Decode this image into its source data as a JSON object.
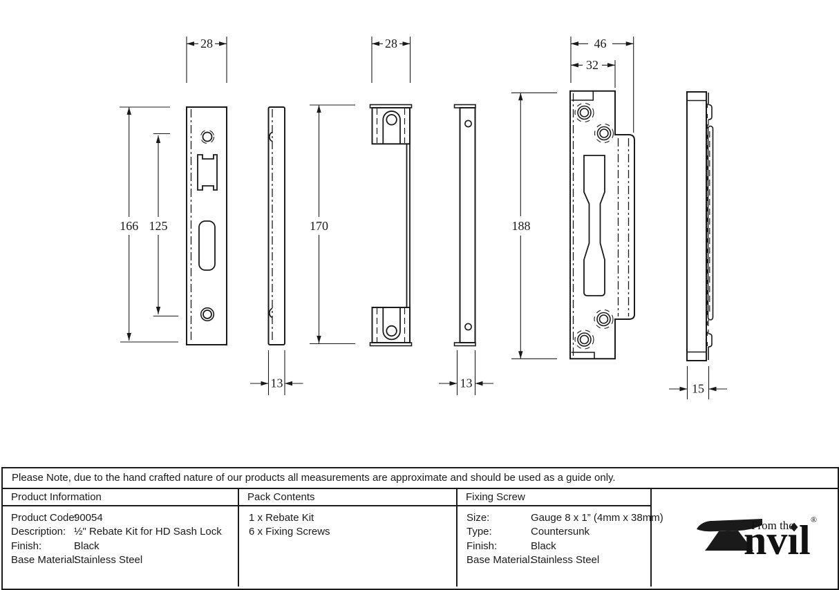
{
  "drawing": {
    "dims": {
      "faceplate_width": "28",
      "faceplate_height": "166",
      "faceplate_hole_spacing": "125",
      "faceplate_thickness": "13",
      "keep_width": "28",
      "keep_height": "170",
      "keep_thickness": "13",
      "strike_width": "46",
      "strike_body_width": "32",
      "strike_height": "188",
      "strike_thickness": "15"
    }
  },
  "note": {
    "text": "Please Note, due to the hand crafted nature of our products all measurements are approximate and should be used as a guide only."
  },
  "product_information": {
    "title": "Product Information",
    "rows": [
      {
        "label": "Product Code:",
        "value": "90054"
      },
      {
        "label": "Description:",
        "value": "½\" Rebate Kit for HD Sash Lock"
      },
      {
        "label": "Finish:",
        "value": "Black"
      },
      {
        "label": "Base Material:",
        "value": "Stainless Steel"
      }
    ]
  },
  "pack_contents": {
    "title": "Pack Contents",
    "items": [
      "1 x Rebate Kit",
      "6 x Fixing Screws"
    ]
  },
  "fixing_screw": {
    "title": "Fixing Screw",
    "rows": [
      {
        "label": "Size:",
        "value": "Gauge 8 x 1” (4mm x 38mm)"
      },
      {
        "label": "Type:",
        "value": "Countersunk"
      },
      {
        "label": "Finish:",
        "value": "Black"
      },
      {
        "label": "Base Material:",
        "value": "Stainless Steel"
      }
    ]
  },
  "logo": {
    "prefix": "From the",
    "name": "nvil",
    "registered": "®"
  }
}
